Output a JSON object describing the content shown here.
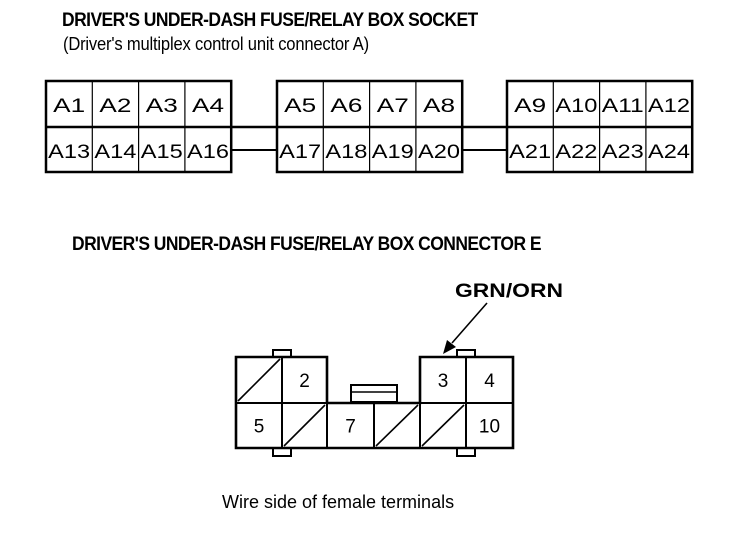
{
  "socket": {
    "title": "DRIVER'S UNDER-DASH FUSE/RELAY BOX SOCKET",
    "subtitle": "(Driver's multiplex control unit connector A)",
    "blocks": [
      {
        "top": [
          "A1",
          "A2",
          "A3",
          "A4"
        ],
        "bottom": [
          "A13",
          "A14",
          "A15",
          "A16"
        ]
      },
      {
        "top": [
          "A5",
          "A6",
          "A7",
          "A8"
        ],
        "bottom": [
          "A17",
          "A18",
          "A19",
          "A20"
        ]
      },
      {
        "top": [
          "A9",
          "A10",
          "A11",
          "A12"
        ],
        "bottom": [
          "A21",
          "A22",
          "A23",
          "A24"
        ]
      }
    ]
  },
  "connector_e": {
    "title": "DRIVER'S UNDER-DASH FUSE/RELAY BOX CONNECTOR E",
    "callout_label": "GRN/ORN",
    "callout_terminal": "3",
    "top_row": [
      {
        "label": "",
        "unused": true
      },
      {
        "label": "2",
        "unused": false
      },
      null,
      null,
      {
        "label": "3",
        "unused": false
      },
      {
        "label": "4",
        "unused": false
      }
    ],
    "bottom_row": [
      {
        "label": "5",
        "unused": false
      },
      {
        "label": "",
        "unused": true
      },
      {
        "label": "7",
        "unused": false
      },
      {
        "label": "",
        "unused": true
      },
      {
        "label": "",
        "unused": true
      },
      {
        "label": "10",
        "unused": false
      }
    ],
    "caption": "Wire side of female terminals"
  }
}
